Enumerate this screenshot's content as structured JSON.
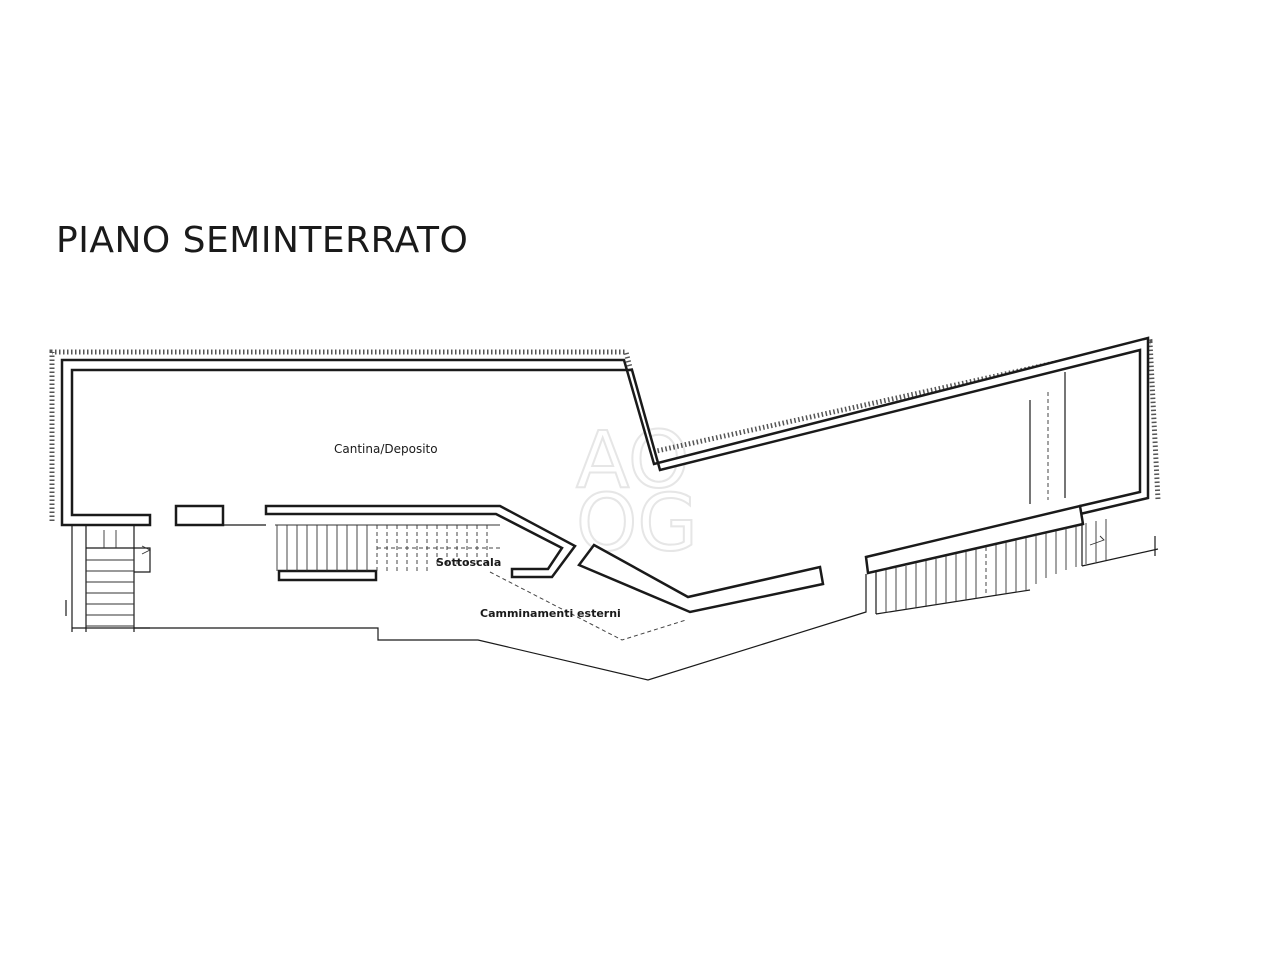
{
  "title": "PIANO SEMINTERRATO",
  "rooms": {
    "cantina": "Cantina/Deposito",
    "sottoscala": "Sottoscala",
    "camminamenti": "Camminamenti esterni"
  },
  "watermark": {
    "top": "AO",
    "bottom": "OG"
  },
  "colors": {
    "line": "#1a1a1a",
    "background": "#ffffff",
    "watermark": "#e6e6e6"
  }
}
